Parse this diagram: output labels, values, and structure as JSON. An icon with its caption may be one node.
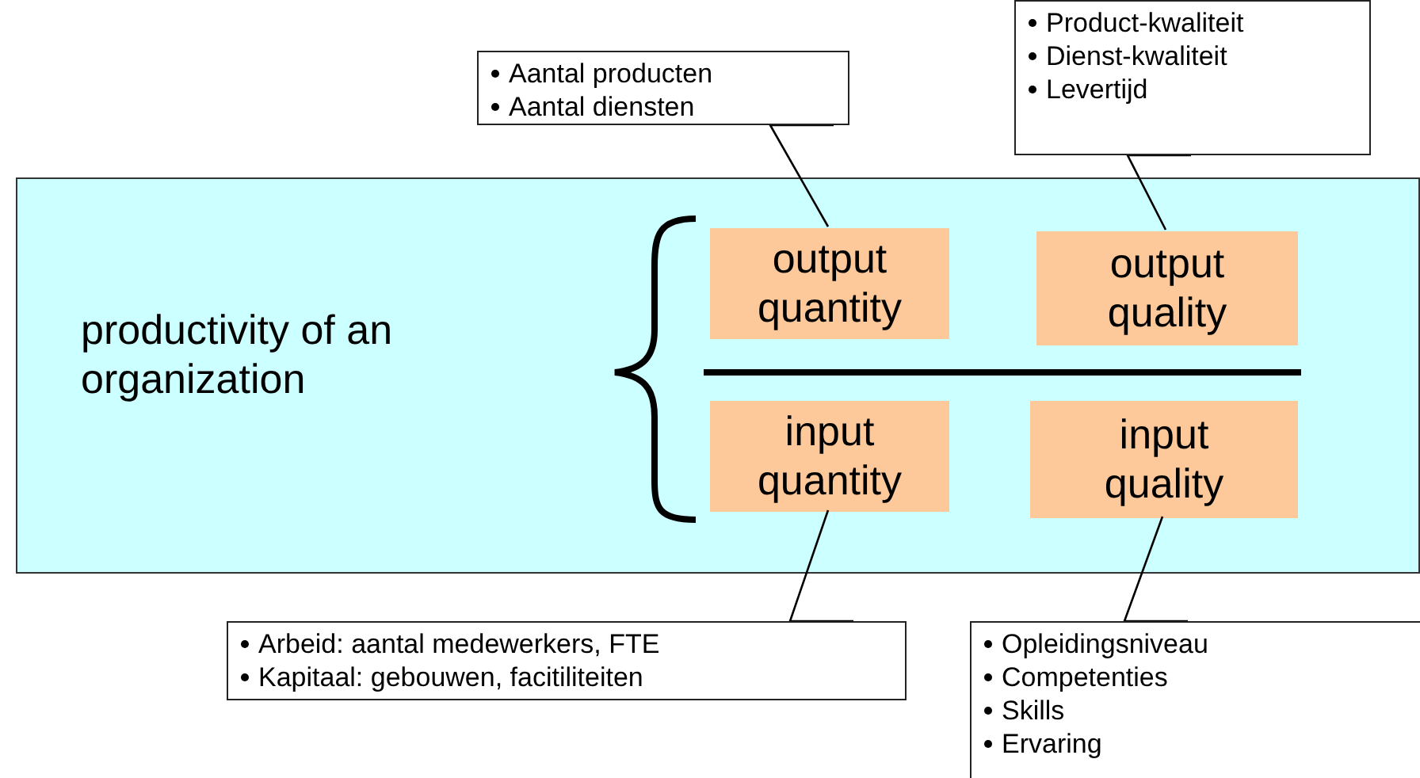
{
  "diagram": {
    "nodes": [
      {
        "text": [
          "productivity of an organization"
        ]
      },
      {
        "text": [
          "output quantity"
        ],
        "in": 0
      },
      {
        "text": [
          "output quality"
        ],
        "in": 0
      },
      {
        "text": [
          "input quantity"
        ],
        "in": 0
      },
      {
        "text": [
          "input quality"
        ],
        "in": 0
      },
      {
        "text": [
          "Aantal producten",
          "Aantal diensten"
        ]
      },
      {
        "text": [
          "Product-kwaliteit",
          "Dienst-kwaliteit",
          "Levertijd"
        ]
      },
      {
        "text": [
          "Arbeid: aantal medewerkers, FTE",
          "Kapitaal: gebouwen, facitiliteiten"
        ]
      },
      {
        "text": [
          "Opleidingsniveau",
          "Competenties",
          "Skills",
          "Ervaring"
        ]
      }
    ],
    "edges": [
      {
        "from": 5,
        "to": 1,
        "arrow": "none"
      },
      {
        "from": 6,
        "to": 2,
        "arrow": "none"
      },
      {
        "from": 7,
        "to": 3,
        "arrow": "none"
      },
      {
        "from": 8,
        "to": 4,
        "arrow": "none"
      }
    ]
  }
}
